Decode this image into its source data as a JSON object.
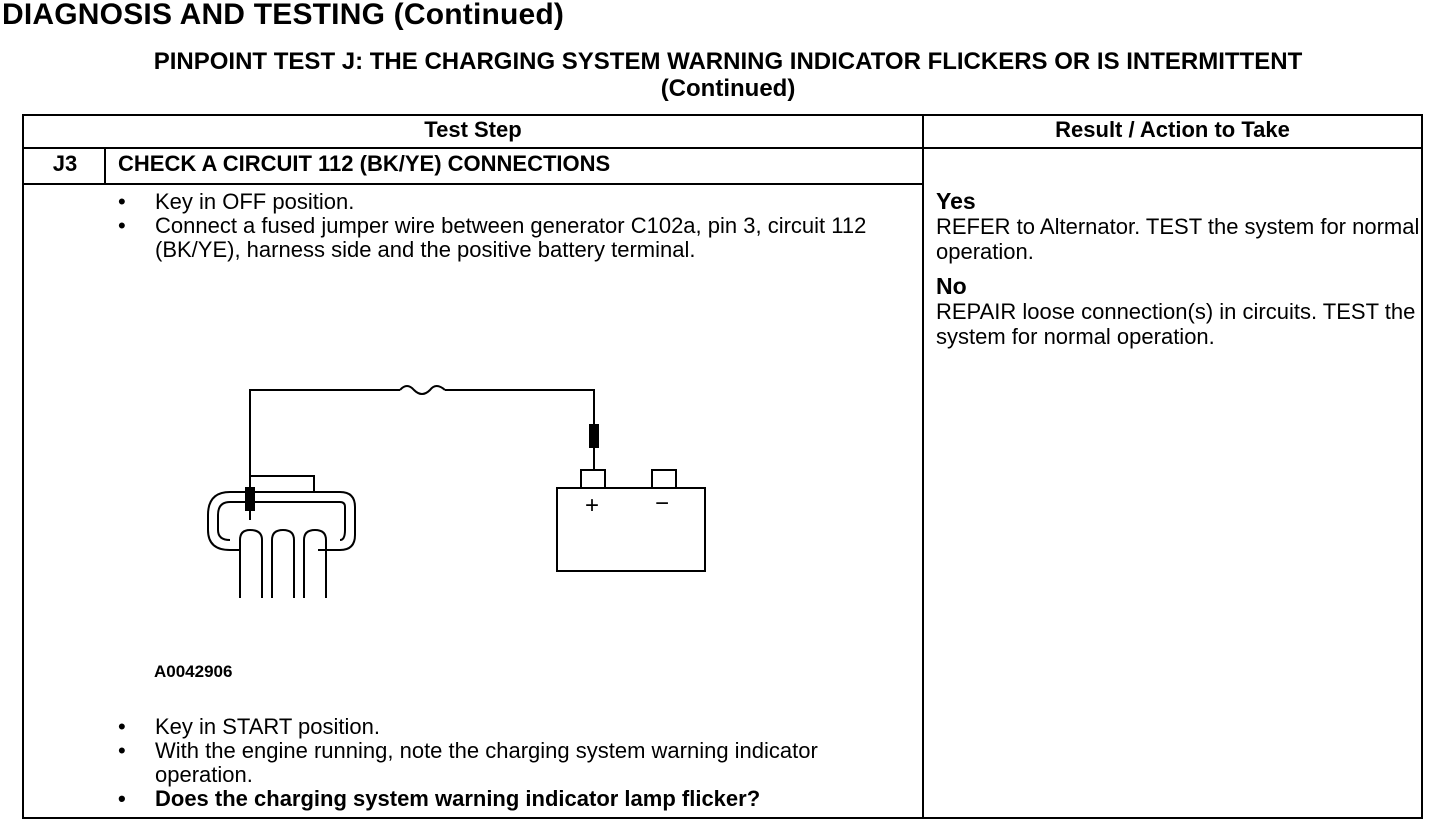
{
  "page_title": "DIAGNOSIS AND TESTING (Continued)",
  "test_title_line1": "PINPOINT TEST J: THE CHARGING SYSTEM WARNING INDICATOR FLICKERS OR IS INTERMITTENT",
  "test_title_line2": "(Continued)",
  "table": {
    "col_test_step": "Test Step",
    "col_result": "Result / Action to Take"
  },
  "step": {
    "id": "J3",
    "title": "CHECK A CIRCUIT 112 (BK/YE) CONNECTIONS",
    "bullets_top": [
      "Key in OFF position.",
      "Connect a fused jumper wire between generator C102a, pin 3, circuit 112 (BK/YE), harness side and the positive battery terminal."
    ],
    "figure_id": "A0042906",
    "bullets_bottom": [
      "Key in START position.",
      "With the engine running, note the charging system warning indicator operation."
    ],
    "question": "Does the charging system warning indicator lamp flicker?"
  },
  "results": {
    "yes_label": "Yes",
    "yes_text": "REFER to Alternator. TEST the system for normal operation.",
    "no_label": "No",
    "no_text": "REPAIR loose connection(s) in circuits. TEST the system for normal operation."
  },
  "bullet_glyph": "•",
  "battery_plus": "+",
  "battery_minus": "−"
}
